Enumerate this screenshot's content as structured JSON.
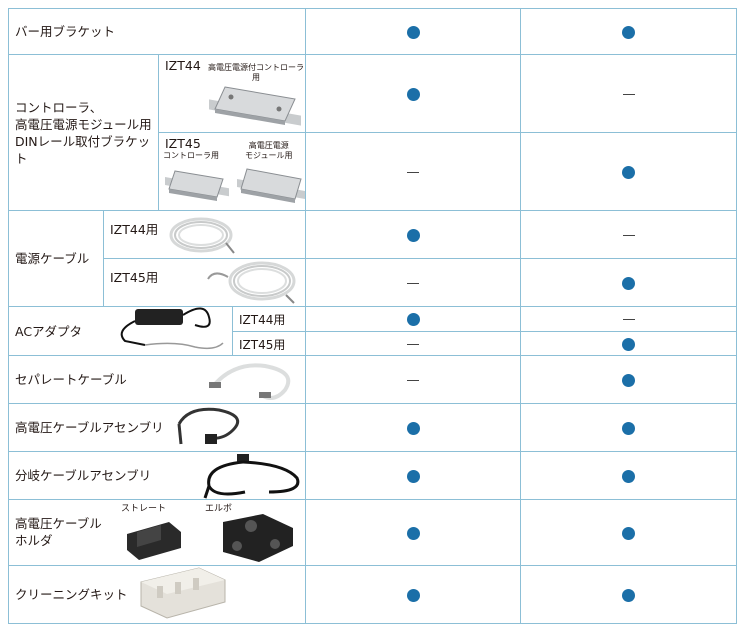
{
  "rows": {
    "bracket_bar": {
      "label": "バー用ブラケット",
      "c1": "dot",
      "c2": "dot"
    },
    "din": {
      "label": "コントローラ、\n高電圧電源モジュール用\nDINレール取付ブラケット",
      "izt44": {
        "model": "IZT44",
        "caption": "高電圧電源付コントローラ用",
        "c1": "dot",
        "c2": "dash"
      },
      "izt45": {
        "model": "IZT45",
        "caption_a": "コントローラ用",
        "caption_b": "高電圧電源\nモジュール用",
        "c1": "dash",
        "c2": "dot"
      }
    },
    "power_cable": {
      "label": "電源ケーブル",
      "izt44": {
        "label": "IZT44用",
        "c1": "dot",
        "c2": "dash"
      },
      "izt45": {
        "label": "IZT45用",
        "c1": "dash",
        "c2": "dot"
      }
    },
    "ac_adapter": {
      "label": "ACアダプタ",
      "izt44": {
        "label": "IZT44用",
        "c1": "dot",
        "c2": "dash"
      },
      "izt45": {
        "label": "IZT45用",
        "c1": "dash",
        "c2": "dot"
      }
    },
    "separate_cable": {
      "label": "セパレートケーブル",
      "c1": "dash",
      "c2": "dot"
    },
    "hv_cable_assembly": {
      "label": "高電圧ケーブルアセンブリ",
      "c1": "dot",
      "c2": "dot"
    },
    "branch_cable_assembly": {
      "label": "分岐ケーブルアセンブリ",
      "c1": "dot",
      "c2": "dot"
    },
    "hv_cable_holder": {
      "label": "高電圧ケーブル\nホルダ",
      "caption_straight": "ストレート",
      "caption_elbow": "エルボ",
      "c1": "dot",
      "c2": "dot"
    },
    "cleaning_kit": {
      "label": "クリーニングキット",
      "c1": "dot",
      "c2": "dot"
    }
  },
  "colors": {
    "border": "#8cbfd6",
    "dot": "#1b6fa8"
  },
  "icons": [
    "bracket-image",
    "cable-coil-image",
    "ac-adapter-image",
    "cable-image",
    "holder-image",
    "cleaning-kit-image"
  ]
}
